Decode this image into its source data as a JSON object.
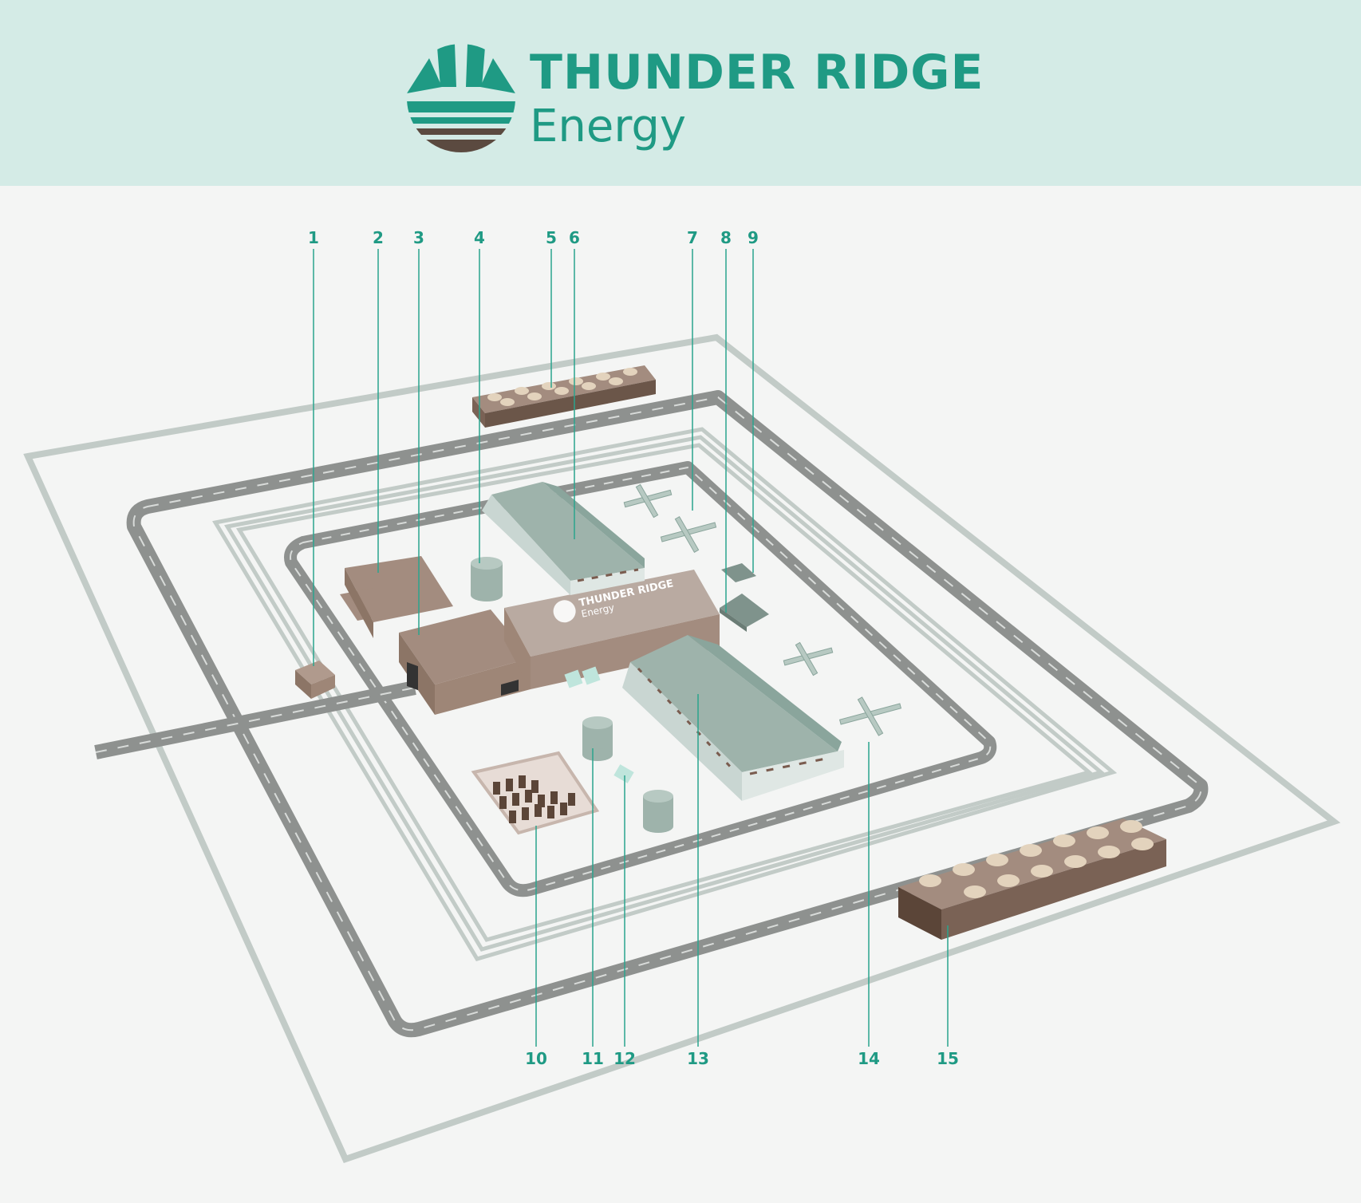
{
  "brand": {
    "name": "THUNDER RIDGE",
    "subtitle": "Energy",
    "colors": {
      "teal": "#1f9a84",
      "brown": "#5b4a40",
      "header_bg": "#d4ebe6"
    }
  },
  "building_sign": {
    "name": "THUNDER RIDGE",
    "subtitle": "Energy"
  },
  "callouts": [
    {
      "number": "1"
    },
    {
      "number": "2"
    },
    {
      "number": "3"
    },
    {
      "number": "4"
    },
    {
      "number": "5"
    },
    {
      "number": "6"
    },
    {
      "number": "7"
    },
    {
      "number": "8"
    },
    {
      "number": "9"
    },
    {
      "number": "10"
    },
    {
      "number": "11"
    },
    {
      "number": "12"
    },
    {
      "number": "13"
    },
    {
      "number": "14"
    },
    {
      "number": "15"
    }
  ]
}
